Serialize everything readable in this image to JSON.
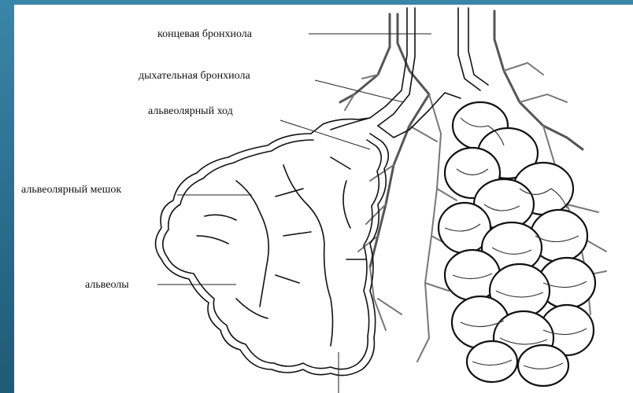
{
  "labels": {
    "terminal_bronchiole": "концевая бронхиола",
    "respiratory_bronchiole": "дыхательная бронхиола",
    "alveolar_duct": "альвеолярный ход",
    "alveolar_sac": "альвеолярный мешок",
    "alveoli": "альвеолы"
  },
  "colors": {
    "frame": "#2b6f8e",
    "background": "#ffffff",
    "ink": "#111111"
  }
}
